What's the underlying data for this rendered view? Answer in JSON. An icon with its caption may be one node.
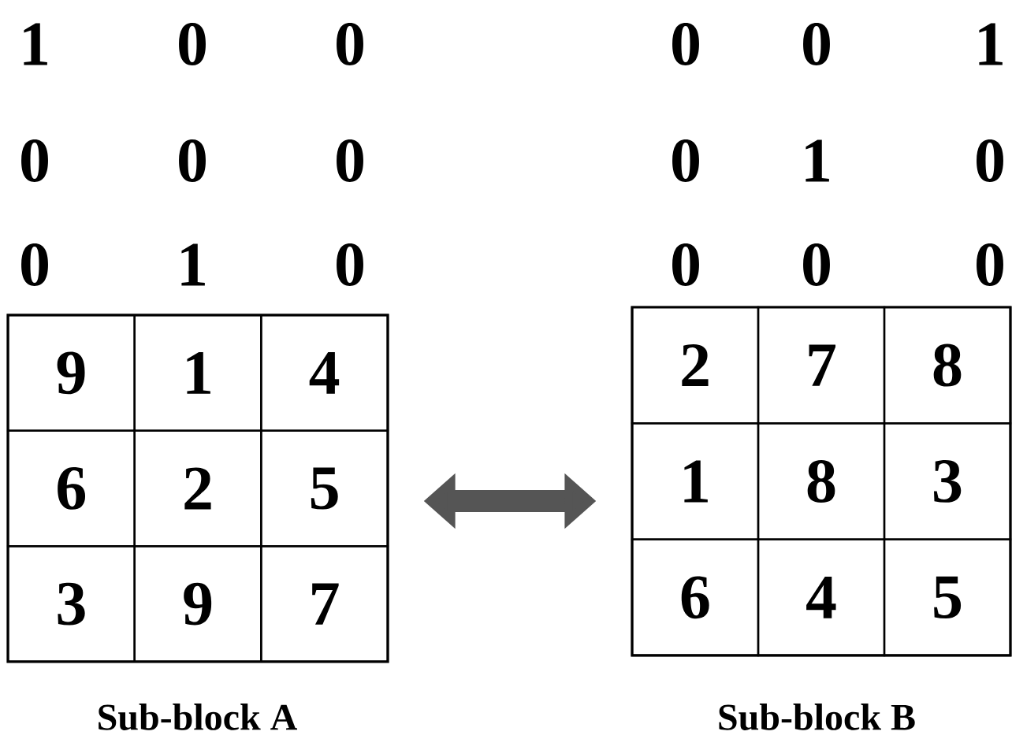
{
  "diagram": {
    "nodes": [
      {
        "text": [],
        "shape": "box",
        "beside": [
          "Sub-block A"
        ]
      },
      {
        "text": [
          "9"
        ],
        "in": 0
      },
      {
        "text": [
          "1"
        ],
        "in": 0
      },
      {
        "text": [
          "4"
        ],
        "in": 0
      },
      {
        "text": [
          "6"
        ],
        "in": 0
      },
      {
        "text": [
          "2"
        ],
        "in": 0
      },
      {
        "text": [
          "5"
        ],
        "in": 0
      },
      {
        "text": [
          "3"
        ],
        "in": 0
      },
      {
        "text": [
          "9"
        ],
        "in": 0
      },
      {
        "text": [
          "7"
        ],
        "in": 0
      },
      {
        "text": [],
        "shape": "box",
        "beside": [
          "Sub-block B"
        ]
      },
      {
        "text": [
          "2"
        ],
        "in": 10
      },
      {
        "text": [
          "7"
        ],
        "in": 10
      },
      {
        "text": [
          "8"
        ],
        "in": 10
      },
      {
        "text": [
          "1"
        ],
        "in": 10
      },
      {
        "text": [
          "8"
        ],
        "in": 10
      },
      {
        "text": [
          "3"
        ],
        "in": 10
      },
      {
        "text": [
          "6"
        ],
        "in": 10
      },
      {
        "text": [
          "4"
        ],
        "in": 10
      },
      {
        "text": [
          "5"
        ],
        "in": 10
      }
    ],
    "edges": [
      {
        "from": 0,
        "to": 10,
        "arrow": "both",
        "color": "#555555"
      }
    ],
    "labels": [
      "1",
      "0",
      "0",
      "0",
      "0",
      "0",
      "0",
      "1",
      "0",
      "0",
      "0",
      "1",
      "0",
      "1",
      "0",
      "0",
      "0",
      "0"
    ]
  }
}
